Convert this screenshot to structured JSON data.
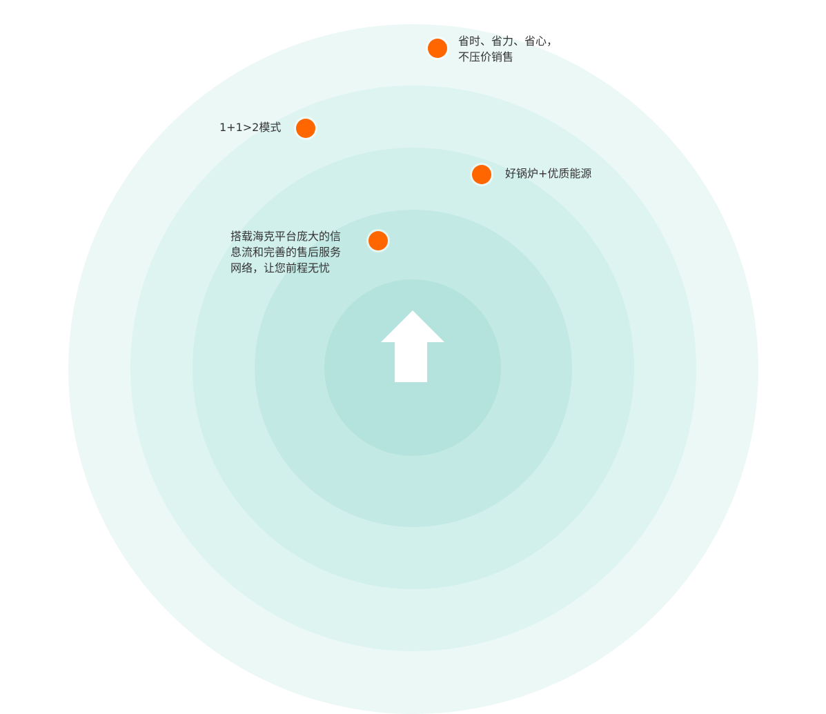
{
  "colors": {
    "dot": "#ff6600",
    "rings": [
      "#ecf8f6",
      "#def4f1",
      "#d1efeb",
      "#c3e9e5",
      "#b4e3de"
    ],
    "arrow": "#ffffff",
    "text": "#333333"
  },
  "center": {
    "icon": "up-arrow-icon"
  },
  "points": [
    {
      "lines": [
        "省时、省力、省心，",
        "不压价销售"
      ]
    },
    {
      "lines": [
        "1+1>2模式"
      ]
    },
    {
      "lines": [
        "好锅炉+优质能源"
      ]
    },
    {
      "lines": [
        "搭载海克平台庞大的信",
        "息流和完善的售后服务",
        "网络，让您前程无忧"
      ]
    }
  ]
}
